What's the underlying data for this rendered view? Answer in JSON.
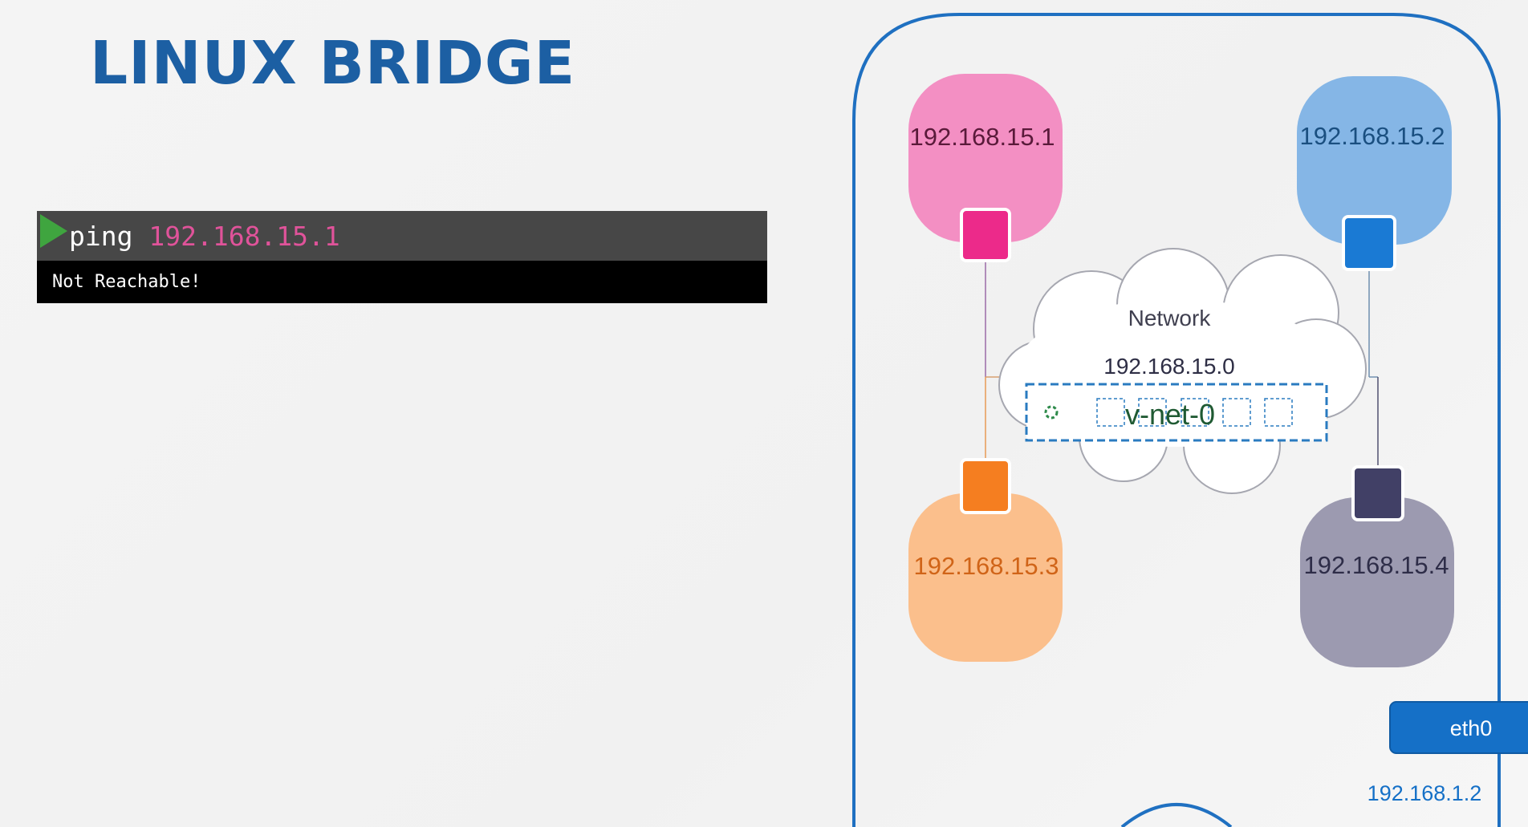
{
  "slide": {
    "title": "LINUX BRIDGE"
  },
  "terminal": {
    "command": "ping",
    "argument": "192.168.15.1",
    "output": "Not Reachable!"
  },
  "diagram": {
    "namespaces": [
      {
        "ip": "192.168.15.1",
        "color": "#f38fc3",
        "port_color": "#ec2a8a",
        "text_color": "#5a1a3a"
      },
      {
        "ip": "192.168.15.2",
        "color": "#85b6e6",
        "port_color": "#1a7ad4",
        "text_color": "#1a4f80"
      },
      {
        "ip": "192.168.15.3",
        "color": "#fbbf8c",
        "port_color": "#f57e20",
        "text_color": "#d06418"
      },
      {
        "ip": "192.168.15.4",
        "color": "#9c9ab0",
        "port_color": "#414066",
        "text_color": "#2e2d48"
      }
    ],
    "network": {
      "label": "Network",
      "subnet": "192.168.15.0",
      "bridge": "v-net-0"
    },
    "host_interface": {
      "name": "eth0",
      "ip": "192.168.1.2",
      "color": "#1570c7"
    },
    "colors": {
      "host_border": "#1f70c1",
      "cloud_stroke": "#a6a7b0",
      "bridge_dash": "#2a7bc0"
    }
  }
}
